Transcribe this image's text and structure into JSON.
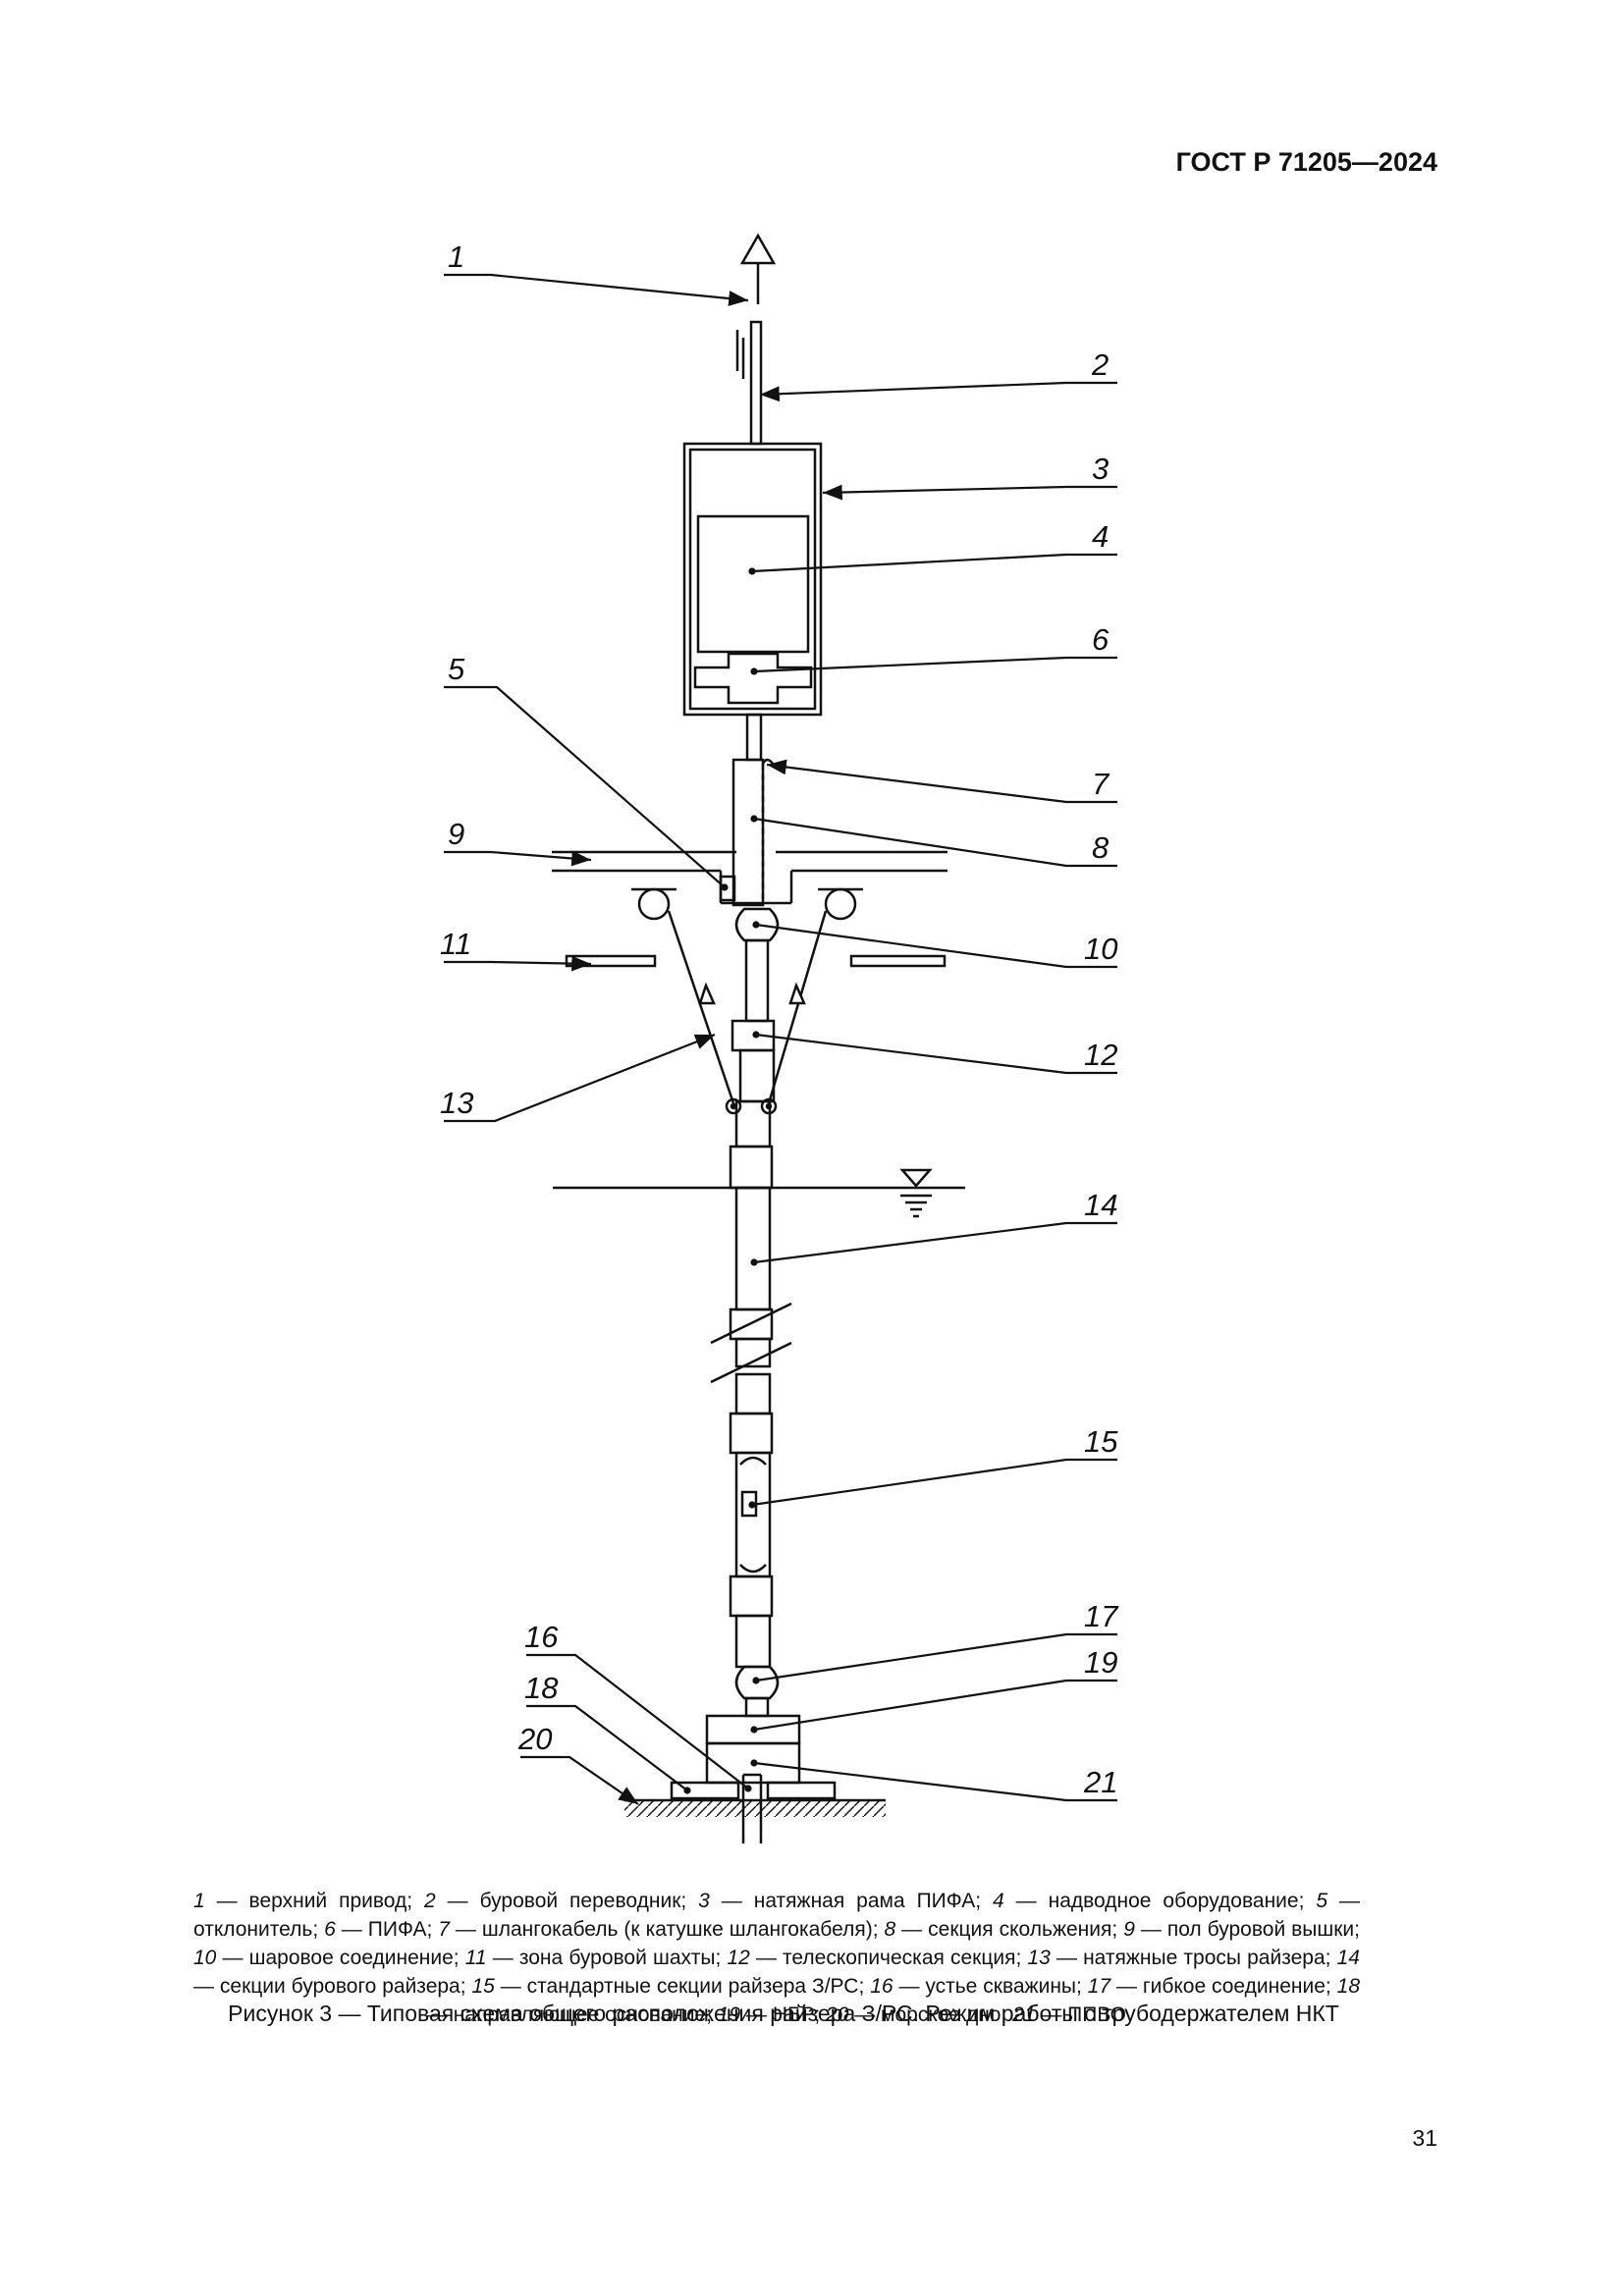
{
  "header": {
    "doc_code": "ГОСТ Р 71205—2024"
  },
  "callouts": [
    "1",
    "2",
    "3",
    "4",
    "5",
    "6",
    "7",
    "8",
    "9",
    "10",
    "11",
    "12",
    "13",
    "14",
    "15",
    "16",
    "17",
    "18",
    "19",
    "20",
    "21"
  ],
  "legend": [
    {
      "n": "1",
      "text": " — верхний привод; "
    },
    {
      "n": "2",
      "text": " — буровой переводник; "
    },
    {
      "n": "3",
      "text": " — натяжная рама ПИФА; "
    },
    {
      "n": "4",
      "text": " — надводное оборудование; "
    },
    {
      "n": "5",
      "text": " — отклонитель; "
    },
    {
      "n": "6",
      "text": " — ПИФА; "
    },
    {
      "n": "7",
      "text": " — шлангокабель (к катушке шлангокабеля); "
    },
    {
      "n": "8",
      "text": " — секция скольжения; "
    },
    {
      "n": "9",
      "text": " — пол буровой вышки; "
    },
    {
      "n": "10",
      "text": " — шаровое соединение; "
    },
    {
      "n": "11",
      "text": " — зона буровой шахты; "
    },
    {
      "n": "12",
      "text": " — телескопическая секция; "
    },
    {
      "n": "13",
      "text": " — натяжные тросы райзера; "
    },
    {
      "n": "14",
      "text": " — секции бурового райзера; "
    },
    {
      "n": "15",
      "text": " — стандартные секции райзера З/РС; "
    },
    {
      "n": "16",
      "text": " — устье скважины; "
    },
    {
      "n": "17",
      "text": " — гибкое соединение; "
    },
    {
      "n": "18",
      "text": " — направляющее основание; "
    },
    {
      "n": "19",
      "text": " — НБР; "
    },
    {
      "n": "20",
      "text": " — морское дно; "
    },
    {
      "n": "21",
      "text": " — ППВО"
    }
  ],
  "caption": "Рисунок 3 — Типовая схема общего расположения райзера З/РС. Режим работы с трубодержателем НКТ",
  "page_number": "31"
}
